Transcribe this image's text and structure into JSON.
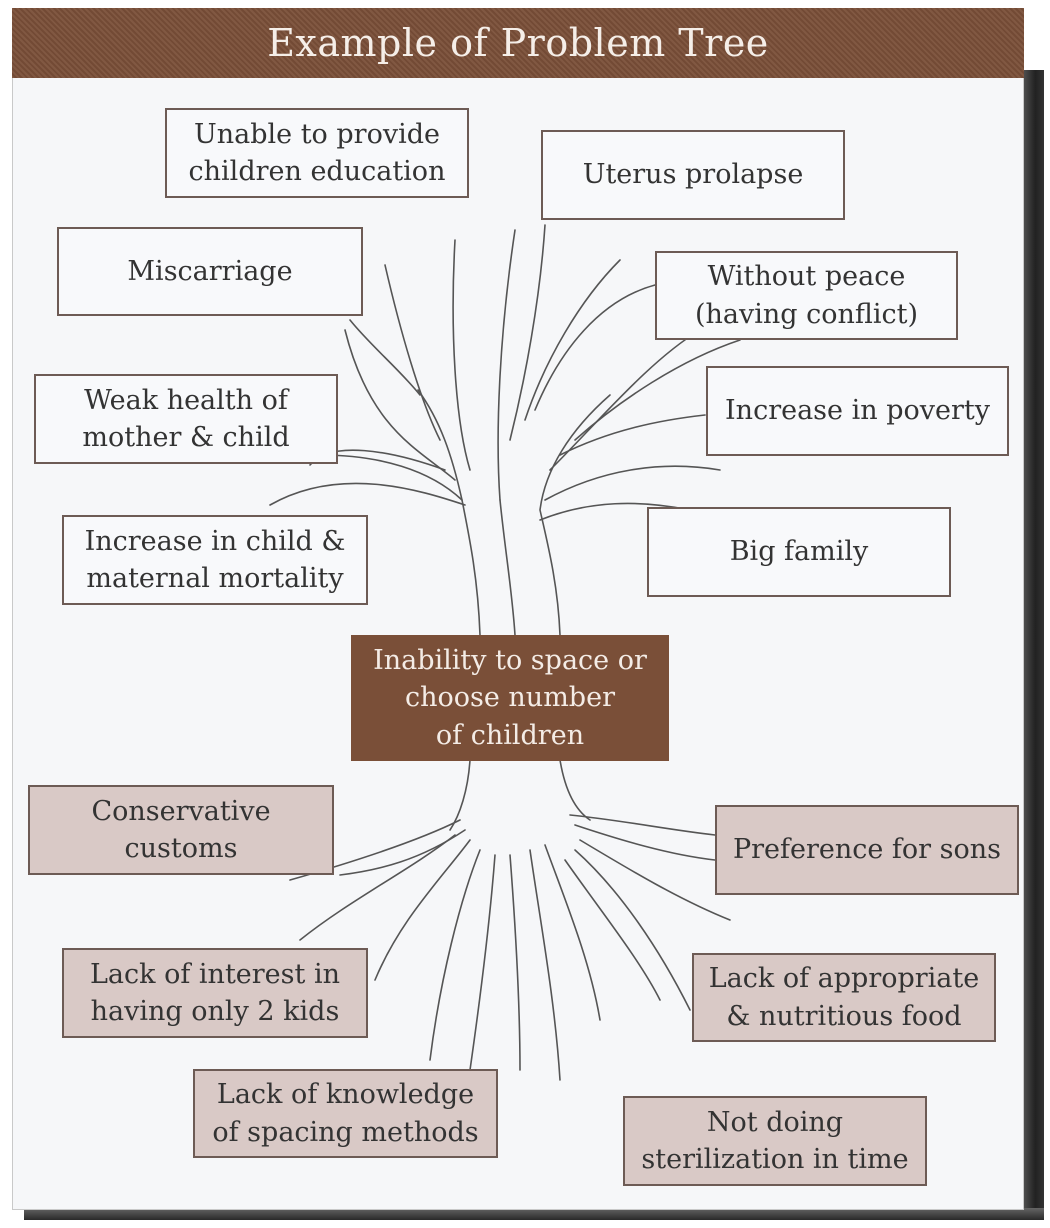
{
  "title": "Example of Problem Tree",
  "core_problem": "Inability to space or\nchoose number\nof children",
  "effects": [
    "Unable to provide\nchildren education",
    "Uterus prolapse",
    "Miscarriage",
    "Without peace\n(having conflict)",
    "Weak health of\nmother & child",
    "Increase in poverty",
    "Increase in child &\nmaternal mortality",
    "Big family"
  ],
  "causes": [
    "Conservative\ncustoms",
    "Preference for sons",
    "Lack of interest in\nhaving only 2 kids",
    "Lack of appropriate\n& nutritious food",
    "Lack of knowledge\nof spacing methods",
    "Not doing\nsterilization in time"
  ],
  "colors": {
    "title_bar": "#7a4f38",
    "core_box": "#7a4f38",
    "cause_box": "#d9c9c6",
    "effect_box": "#f8f9fb"
  }
}
